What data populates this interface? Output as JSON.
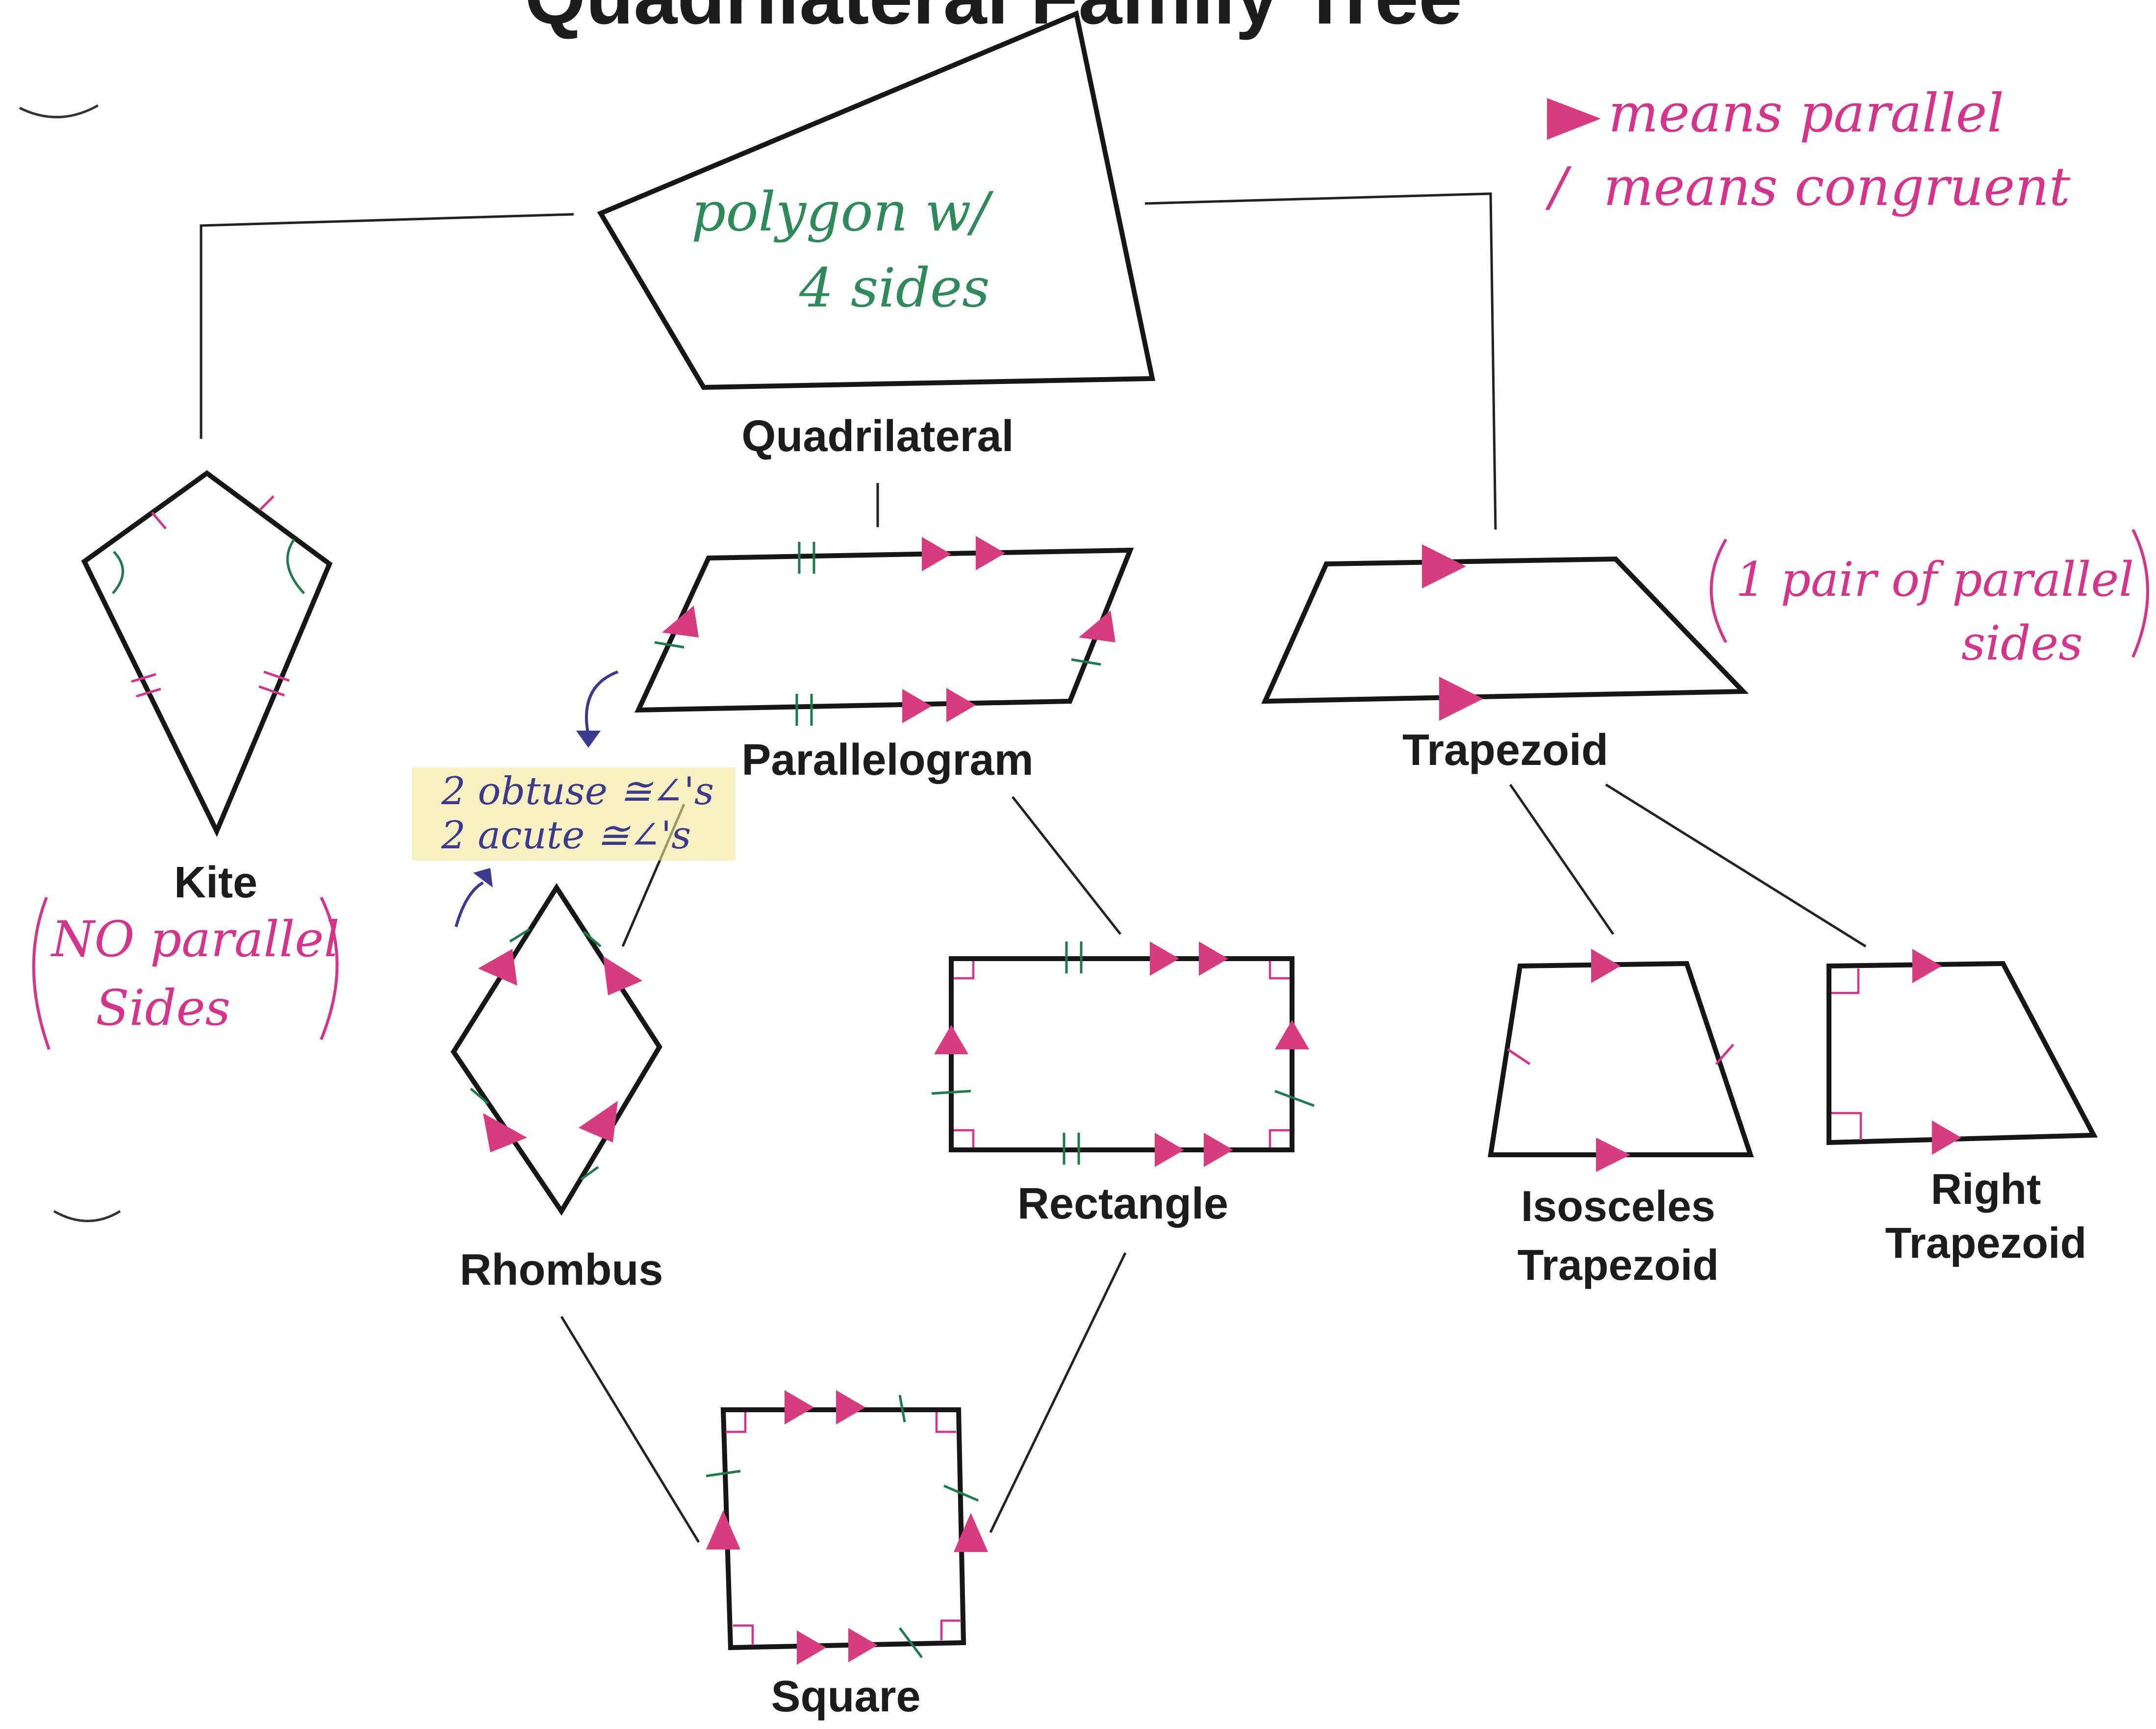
{
  "header": {
    "title_partial": "Quadrilateral Family Tree"
  },
  "legend": {
    "parallel": "means parallel",
    "congruent_mark": "/",
    "congruent": "means congruent",
    "color": "#d4358a"
  },
  "nodes": {
    "quadrilateral": {
      "label": "Quadrilateral",
      "note_line1": "polygon w/",
      "note_line2": "4 sides"
    },
    "kite": {
      "label": "Kite",
      "note_line1": "NO parallel",
      "note_line2": "Sides"
    },
    "parallelogram": {
      "label": "Parallelogram",
      "note_line1": "2 obtuse ≅∠'s",
      "note_line2": "2 acute ≅∠'s"
    },
    "trapezoid": {
      "label": "Trapezoid",
      "note_line1": "1 pair of parallel",
      "note_line2": "sides"
    },
    "rhombus": {
      "label": "Rhombus"
    },
    "rectangle": {
      "label": "Rectangle"
    },
    "isosceles_trapezoid": {
      "label_line1": "Isosceles",
      "label_line2": "Trapezoid"
    },
    "right_trapezoid": {
      "label_line1": "Right",
      "label_line2": "Trapezoid"
    },
    "square": {
      "label": "Square"
    }
  },
  "colors": {
    "ink": "#161616",
    "congruent_green": "#1d7a4a",
    "parallel_pink": "#d63c7e",
    "note_green": "#2e8a5a",
    "note_purple": "#3b3a8c",
    "highlight": "#f3e79a"
  },
  "icons": {
    "parallel_marker": "triangle-arrow-icon",
    "congruent_marker": "slash-tick-icon",
    "right_angle": "right-angle-icon"
  }
}
